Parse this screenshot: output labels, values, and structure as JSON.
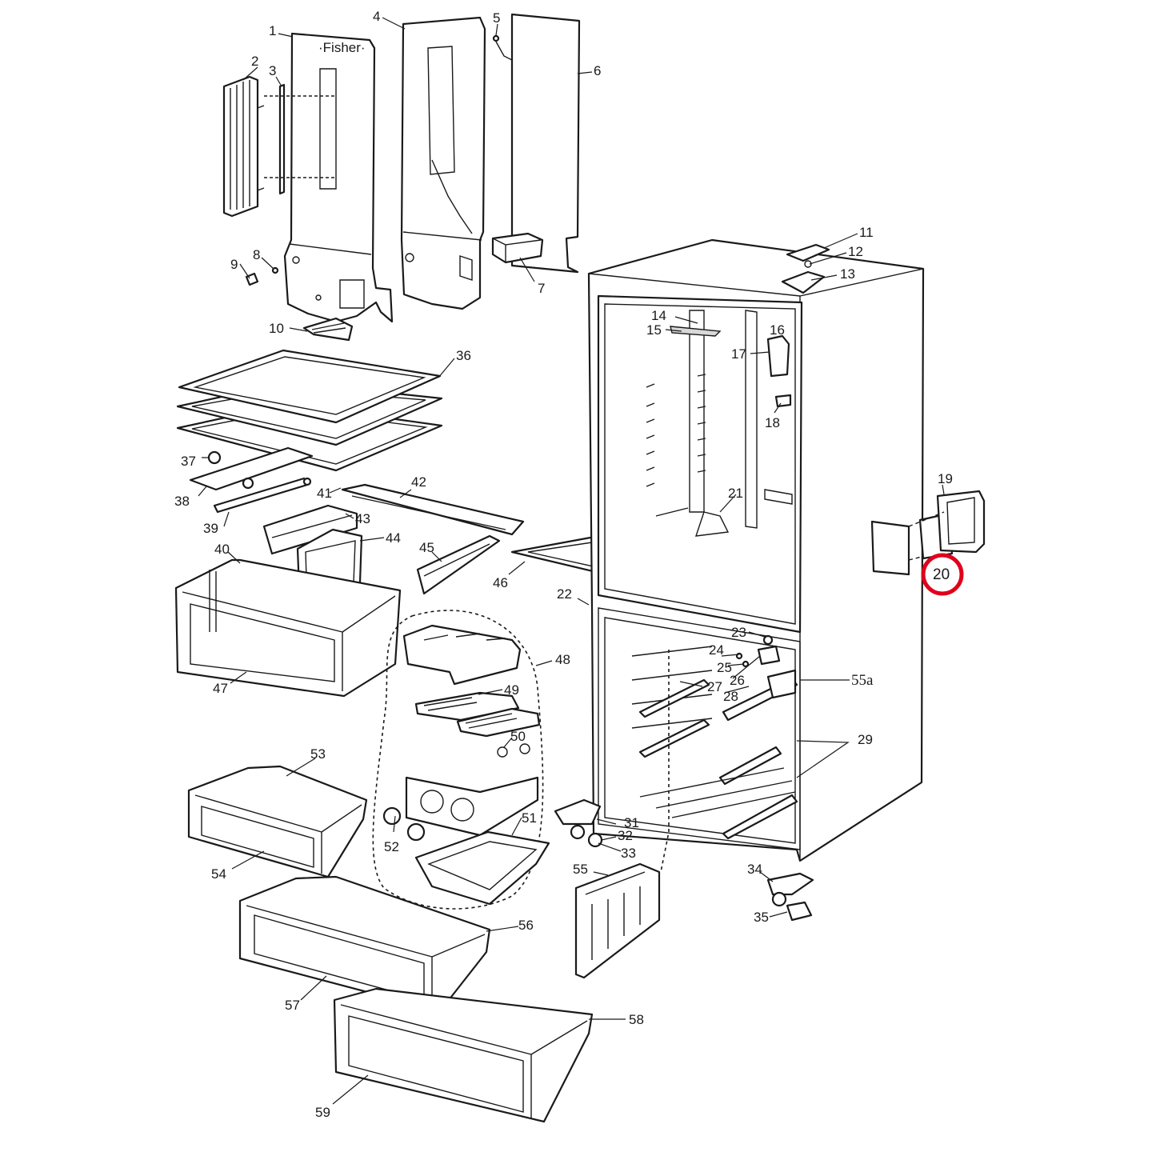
{
  "labels": [
    "1",
    "2",
    "3",
    "4",
    "5",
    "6",
    "7",
    "8",
    "9",
    "10",
    "11",
    "12",
    "13",
    "14",
    "15",
    "16",
    "17",
    "18",
    "19",
    "20",
    "21",
    "22",
    "23",
    "24",
    "25",
    "26",
    "27",
    "28",
    "29",
    "31",
    "32",
    "33",
    "34",
    "35",
    "36",
    "37",
    "38",
    "39",
    "40",
    "41",
    "42",
    "43",
    "44",
    "45",
    "46",
    "47",
    "48",
    "49",
    "50",
    "51",
    "52",
    "53",
    "54",
    "55",
    "55a",
    "56",
    "57",
    "58",
    "59"
  ],
  "highlight": {
    "label": "20",
    "color": "#e0001b"
  }
}
